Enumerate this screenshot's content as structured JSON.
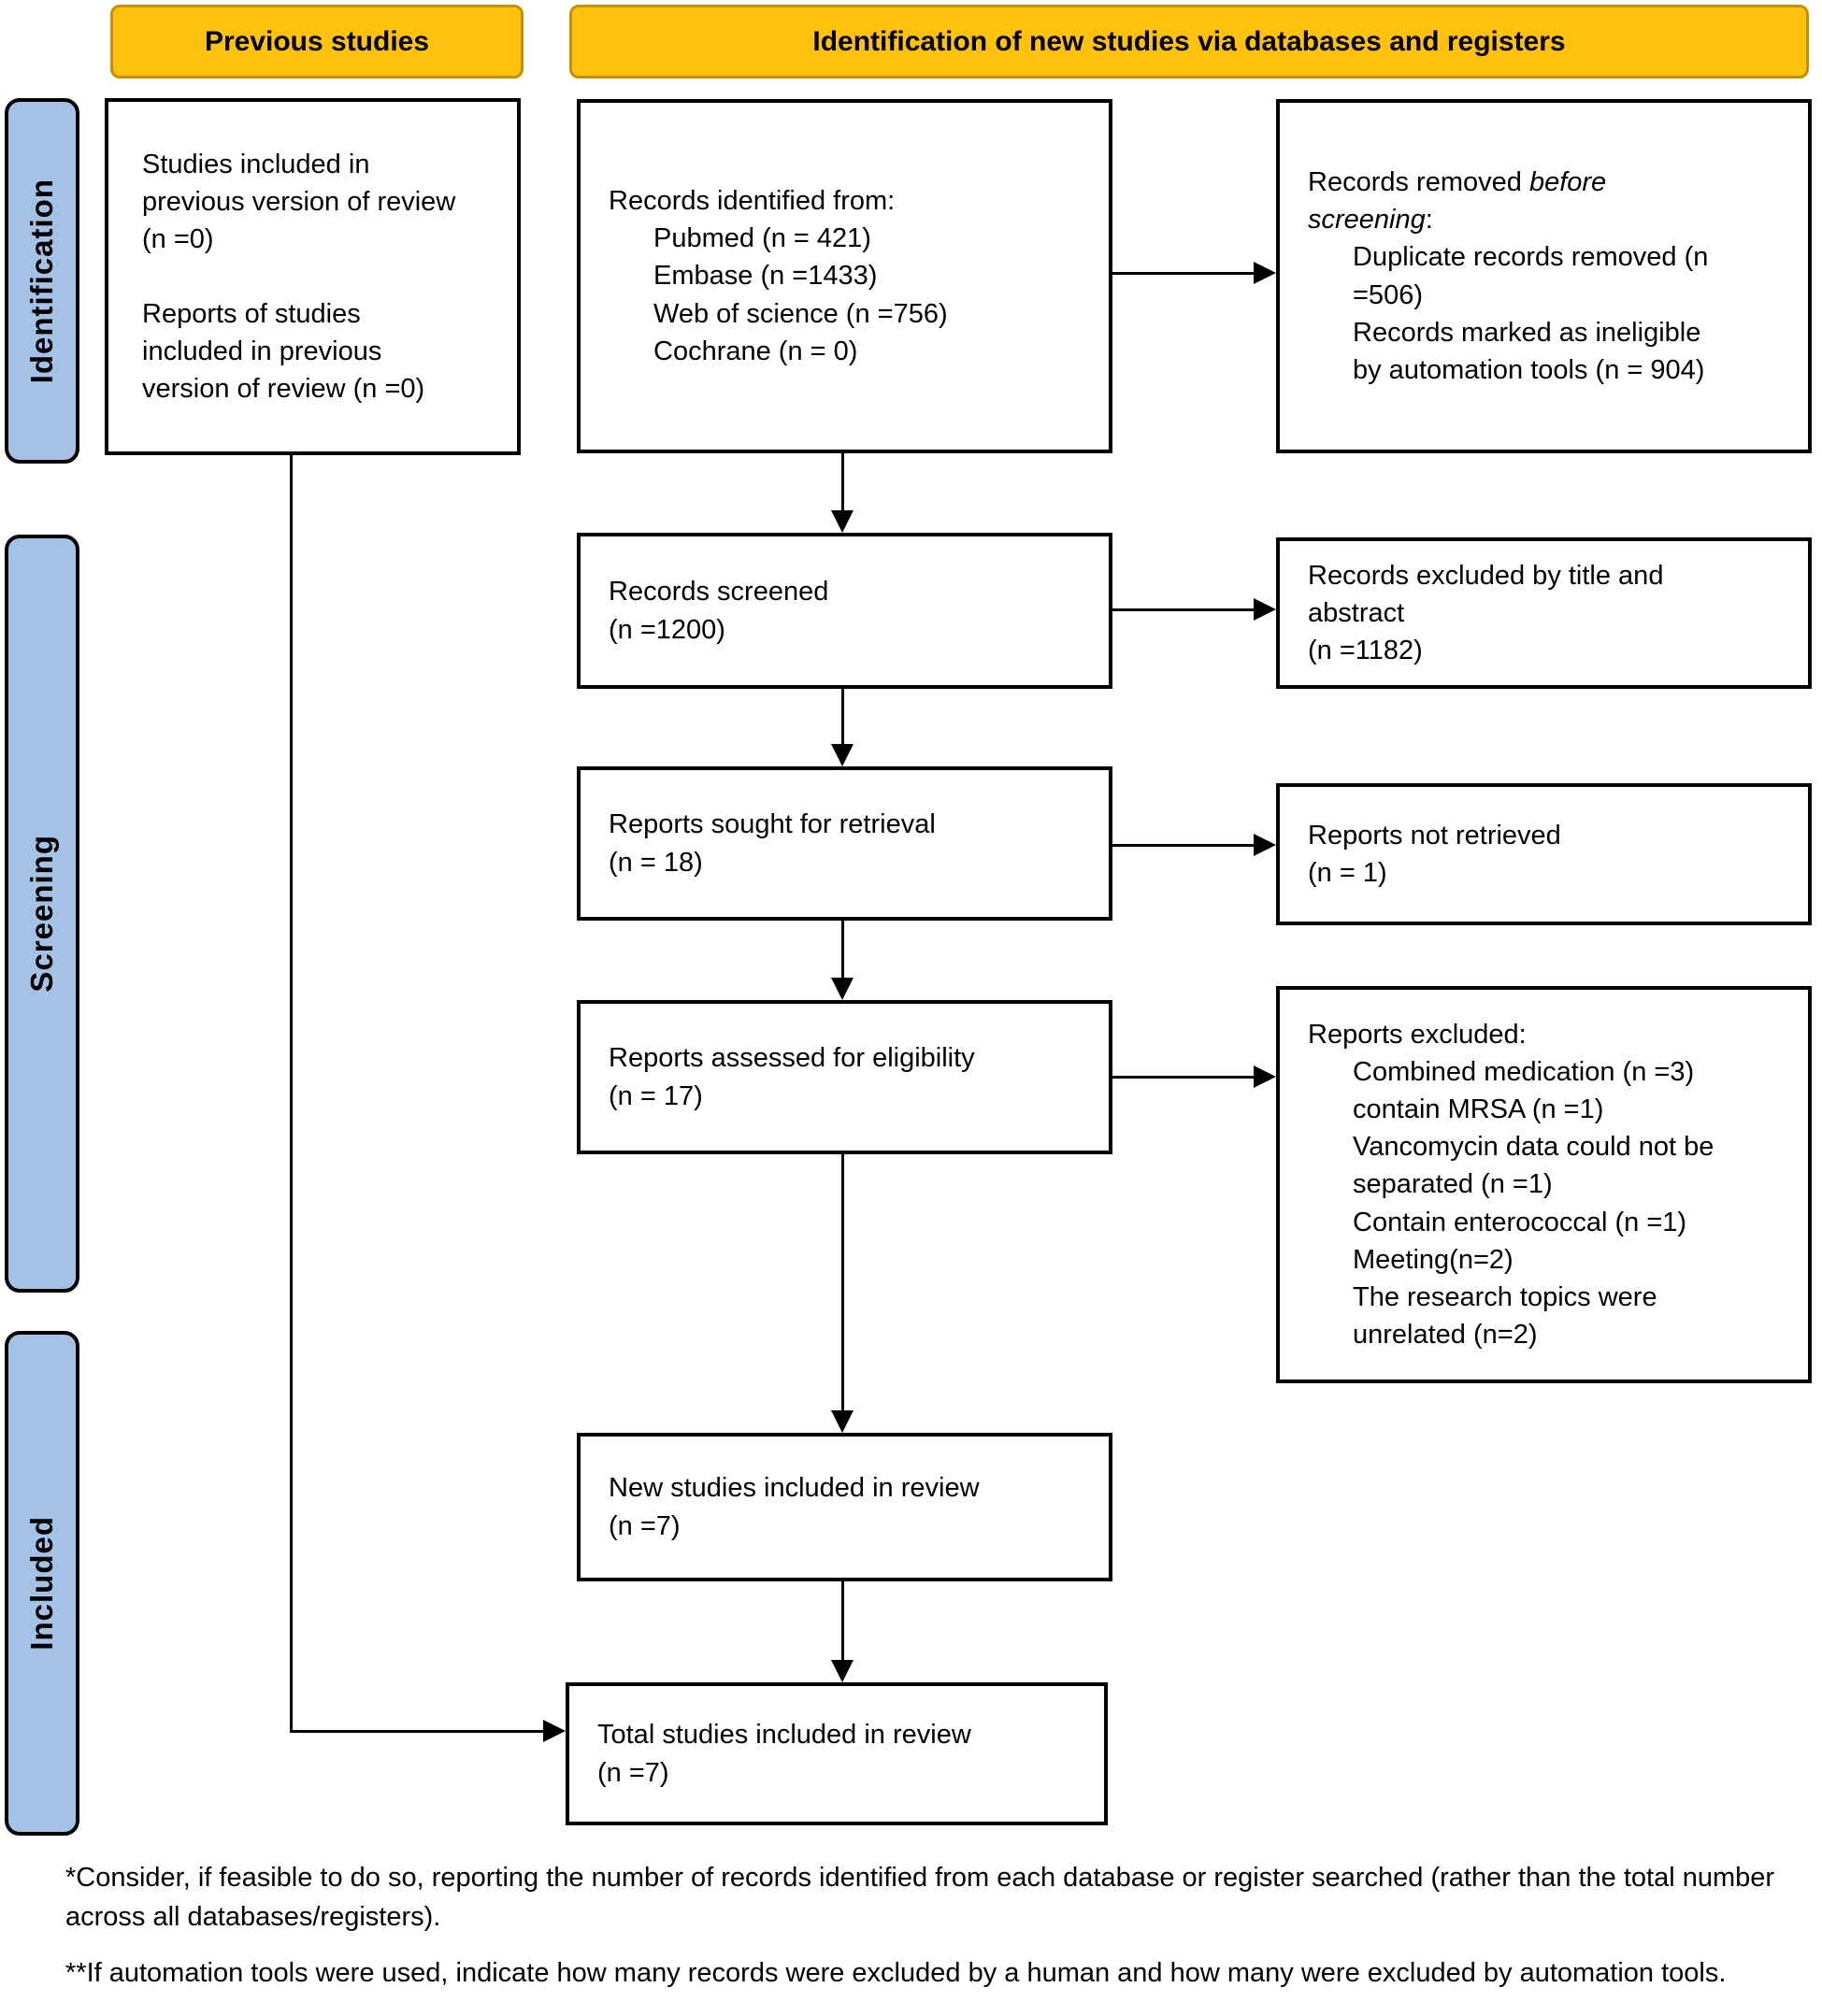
{
  "title_bars": {
    "previous_studies": "Previous studies",
    "identification_new": "Identification of new studies via databases and registers"
  },
  "side_labels": {
    "identification": "Identification",
    "screening": "Screening",
    "included": "Included"
  },
  "colors": {
    "header_fill": "#FEC10D",
    "header_border": "#C49102",
    "side_label_fill": "#A4C2E6",
    "box_border": "#000000",
    "line": "#000000"
  },
  "boxes": {
    "previous_review": {
      "para1": "Studies included in previous version of review (n =0)",
      "para2": "Reports of studies included in previous version of review (n =0)"
    },
    "records_identified": {
      "title": "Records identified from:",
      "items": [
        "Pubmed (n = 421)",
        "Embase (n =1433)",
        "Web of science (n =756)",
        "Cochrane (n = 0)"
      ]
    },
    "records_removed": {
      "lead": "Records removed ",
      "lead_italic": "before screening",
      "lead_suffix": ":",
      "items": [
        "Duplicate records removed (n =506)",
        "Records marked as ineligible by automation tools (n = 904)"
      ]
    },
    "records_screened": {
      "line1": "Records screened",
      "line2": "(n =1200)"
    },
    "records_excluded": {
      "line1": "Records excluded by title and abstract",
      "line2": "(n =1182)"
    },
    "reports_sought": {
      "line1": "Reports sought for retrieval",
      "line2": "(n = 18)"
    },
    "reports_not_retrieved": {
      "line1": "Reports not retrieved",
      "line2": "(n = 1)"
    },
    "reports_assessed": {
      "line1": "Reports assessed for eligibility",
      "line2": "(n = 17)"
    },
    "reports_excluded": {
      "title": "Reports excluded:",
      "items": [
        "Combined medication (n =3)",
        "contain MRSA (n =1)",
        "Vancomycin data could not be separated (n =1)",
        "Contain enterococcal (n =1)",
        "Meeting(n=2)",
        "The research topics were unrelated (n=2)"
      ]
    },
    "new_studies": {
      "line1": "New studies included in review",
      "line2": "(n =7)"
    },
    "total_studies": {
      "line1": "Total studies included in review",
      "line2": "(n =7)"
    }
  },
  "footnotes": [
    "*Consider, if feasible to do so, reporting the number of records identified from each database or register searched (rather than the total number across all databases/registers).",
    "**If automation tools were used, indicate how many records were excluded by a human and how many were excluded by automation tools."
  ]
}
